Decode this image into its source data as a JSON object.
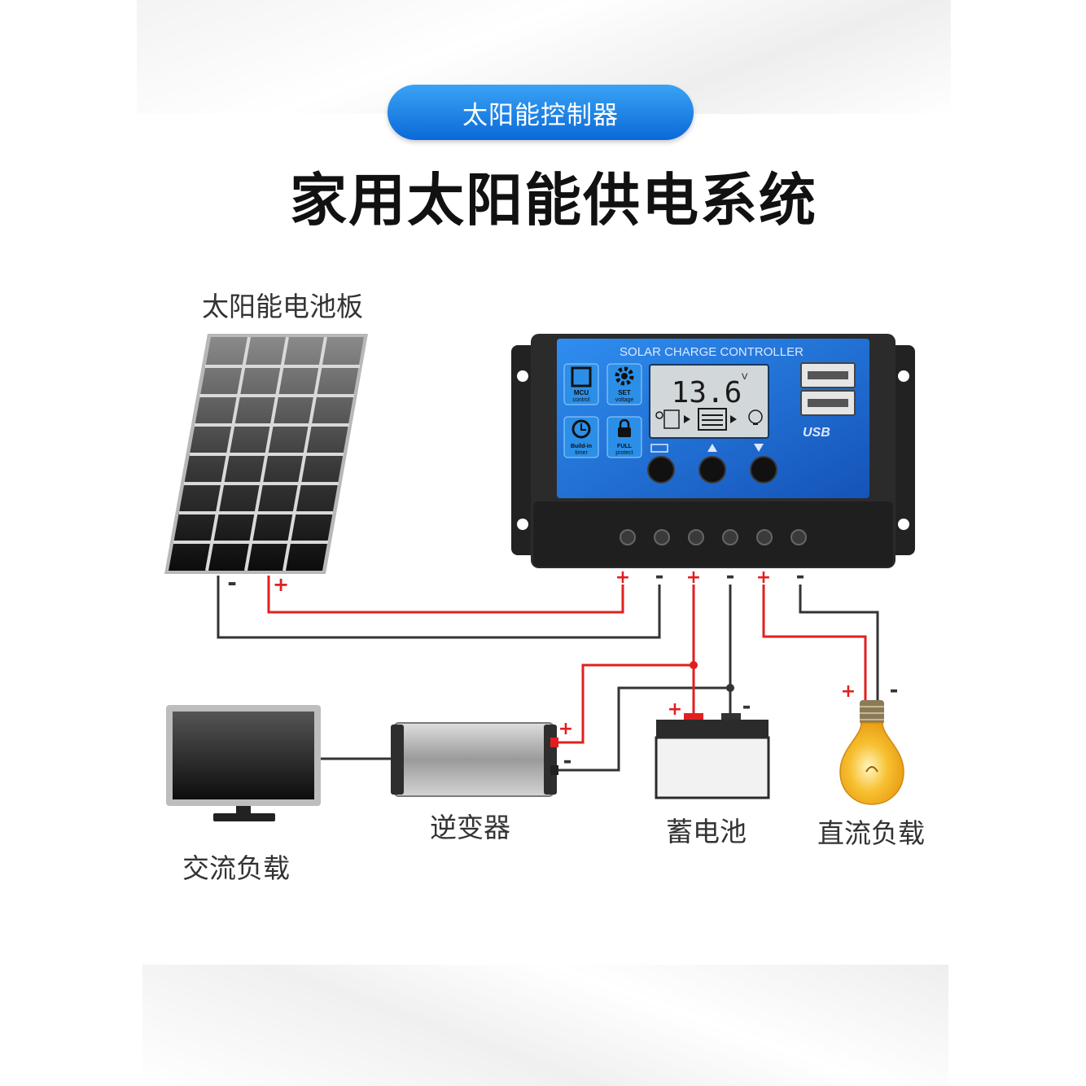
{
  "header": {
    "badge": "太阳能控制器",
    "title": "家用太阳能供电系统"
  },
  "components": {
    "solar_panel": "太阳能电池板",
    "inverter": "逆变器",
    "battery": "蓄电池",
    "dc_load": "直流负载",
    "ac_load": "交流负载"
  },
  "controller": {
    "title": "SOLAR CHARGE CONTROLLER",
    "display_value": "13.6",
    "display_unit": "V",
    "badges": {
      "mcu": [
        "MCU",
        "control"
      ],
      "set": [
        "SET",
        "voltage"
      ],
      "timer": [
        "Build-in",
        "timer"
      ],
      "protect": [
        "FULL",
        "protect"
      ]
    },
    "usb_label": "USB"
  },
  "polarity": {
    "plus": "+",
    "minus": "-"
  },
  "colors": {
    "positive_wire": "#e02020",
    "negative_wire": "#333333",
    "controller_face": "#1c6fd8",
    "badge_blue": "#0a69d8"
  }
}
